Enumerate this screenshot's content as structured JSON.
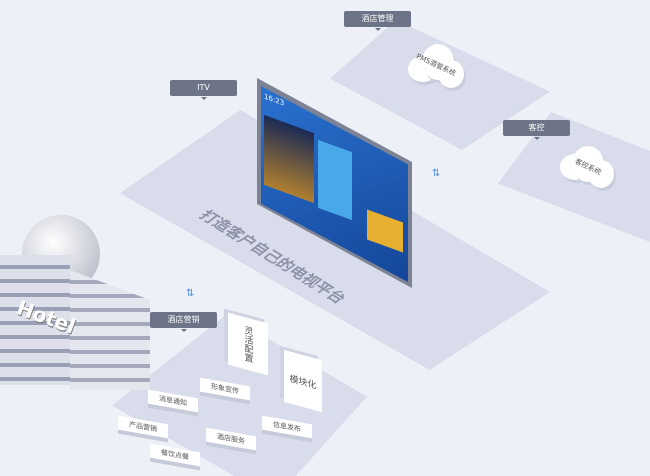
{
  "tags": {
    "hotel_mgmt": "酒店管理",
    "itv": "ITV",
    "room_control": "客控",
    "hotel_marketing": "酒店营销"
  },
  "clouds": {
    "pms": "PMS酒管系统",
    "room_control": "客控系统"
  },
  "slogan": "打造客户自己的电视平台",
  "tv": {
    "time": "16:23"
  },
  "building": {
    "sign": "Hotel"
  },
  "panels": {
    "flexible": "灵活配置",
    "modular": "模块化"
  },
  "blocks": [
    "形象宣传",
    "消息通知",
    "产品营销",
    "信息发布",
    "酒店服务",
    "餐饮点餐"
  ],
  "colors": {
    "tag_bg": "#6e7487",
    "plane": "#d9dceb",
    "screen": "#1d5fb8",
    "arrow": "#4a8ee6"
  }
}
